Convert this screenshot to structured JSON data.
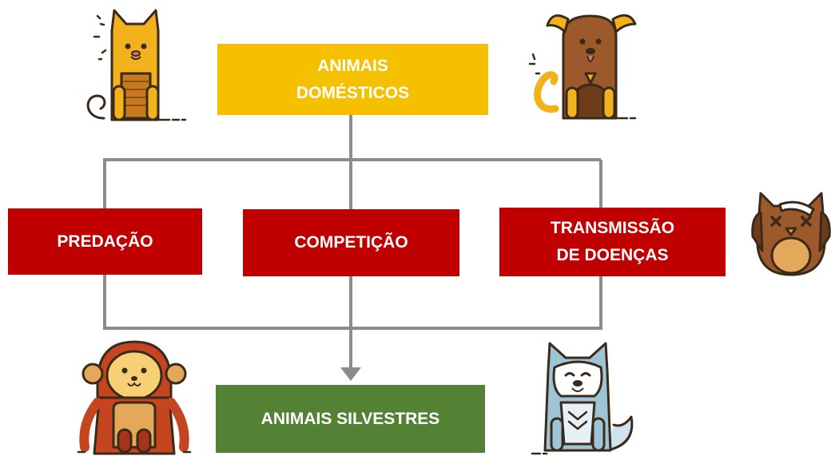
{
  "diagram": {
    "top_box": {
      "line1": "ANIMAIS",
      "line2": "DOMÉSTICOS",
      "color": "#f5c000"
    },
    "middle_boxes": [
      {
        "line1": "PREDAÇÃO",
        "line2": "",
        "color": "#c00000"
      },
      {
        "line1": "COMPETIÇÃO",
        "line2": "",
        "color": "#c00000"
      },
      {
        "line1": "TRANSMISSÃO",
        "line2": "DE DOENÇAS",
        "color": "#c00000"
      }
    ],
    "bottom_box": {
      "label": "ANIMAIS SILVESTRES",
      "color": "#548235"
    },
    "connector_color": "#8c8c8c"
  },
  "illustrations": [
    {
      "icon": "cat-icon"
    },
    {
      "icon": "dog-icon"
    },
    {
      "icon": "owl-icon"
    },
    {
      "icon": "monkey-icon"
    },
    {
      "icon": "wolf-icon"
    }
  ]
}
